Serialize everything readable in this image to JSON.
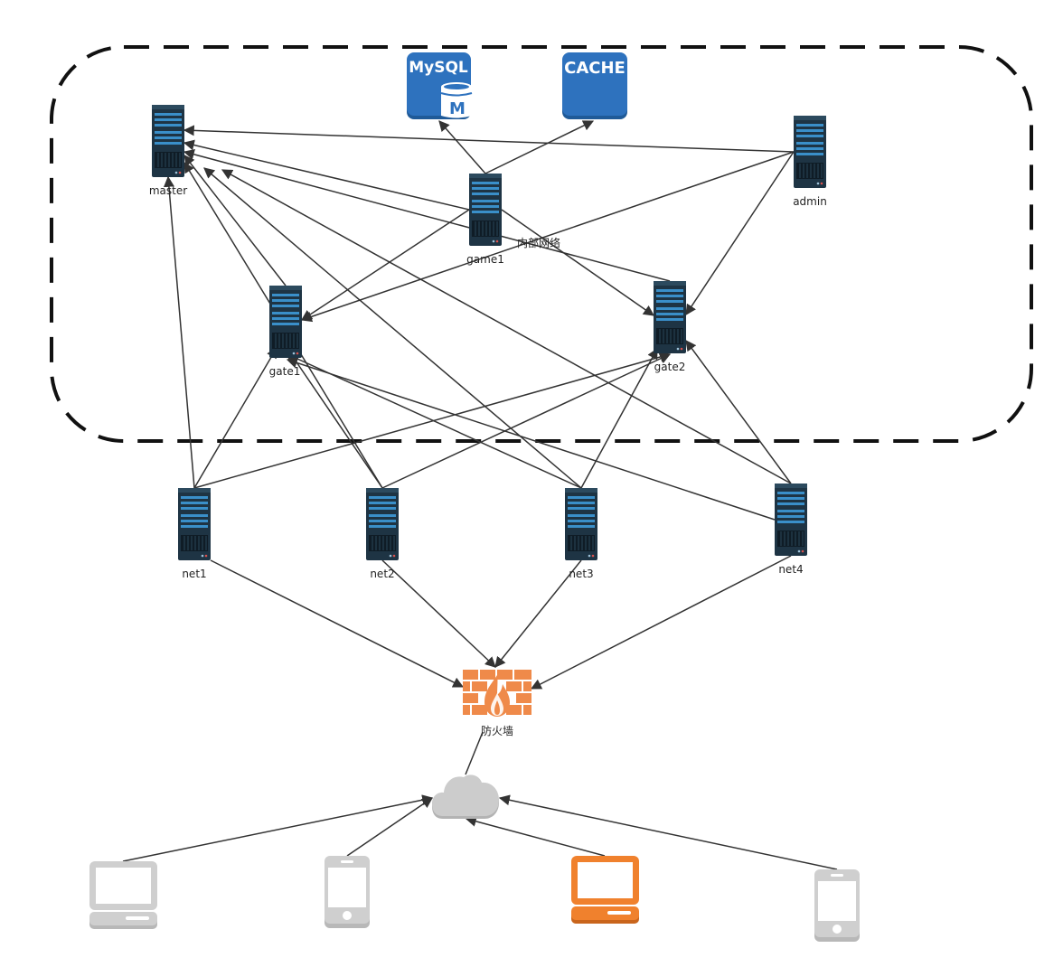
{
  "zone": {
    "label": "内部网络"
  },
  "nodes": {
    "master": {
      "label": "master"
    },
    "admin": {
      "label": "admin"
    },
    "game1": {
      "label": "game1"
    },
    "gate1": {
      "label": "gate1"
    },
    "gate2": {
      "label": "gate2"
    },
    "net1": {
      "label": "net1"
    },
    "net2": {
      "label": "net2"
    },
    "net3": {
      "label": "net3"
    },
    "net4": {
      "label": "net4"
    },
    "mysql": {
      "label": "MySQL",
      "glyph": "M"
    },
    "cache": {
      "label": "CACHE"
    },
    "firewall": {
      "label": "防火墙"
    }
  },
  "colors": {
    "server_body": "#1e3444",
    "server_stripe": "#3a8fc9",
    "badge_blue": "#2e72be",
    "firewall": "#ef8a4a",
    "cloud": "#cccccc",
    "device_gray": "#cfcfcf",
    "device_orange": "#f0812d",
    "line": "#333333"
  },
  "edges": [
    [
      "admin",
      "master"
    ],
    [
      "admin",
      "gate1"
    ],
    [
      "admin",
      "gate2"
    ],
    [
      "game1",
      "mysql"
    ],
    [
      "game1",
      "cache"
    ],
    [
      "game1",
      "master"
    ],
    [
      "game1",
      "gate1"
    ],
    [
      "game1",
      "gate2"
    ],
    [
      "gate1",
      "master"
    ],
    [
      "gate2",
      "master"
    ],
    [
      "net1",
      "master"
    ],
    [
      "net1",
      "gate1"
    ],
    [
      "net1",
      "gate2"
    ],
    [
      "net2",
      "master"
    ],
    [
      "net2",
      "gate1"
    ],
    [
      "net2",
      "gate2"
    ],
    [
      "net3",
      "master"
    ],
    [
      "net3",
      "gate1"
    ],
    [
      "net3",
      "gate2"
    ],
    [
      "net4",
      "master"
    ],
    [
      "net4",
      "gate1"
    ],
    [
      "net4",
      "gate2"
    ],
    [
      "net1",
      "firewall"
    ],
    [
      "net2",
      "firewall"
    ],
    [
      "net3",
      "firewall"
    ],
    [
      "net4",
      "firewall"
    ],
    [
      "cloud",
      "firewall"
    ],
    [
      "laptop1",
      "cloud"
    ],
    [
      "phone1",
      "cloud"
    ],
    [
      "laptop2",
      "cloud"
    ],
    [
      "phone2",
      "cloud"
    ]
  ]
}
